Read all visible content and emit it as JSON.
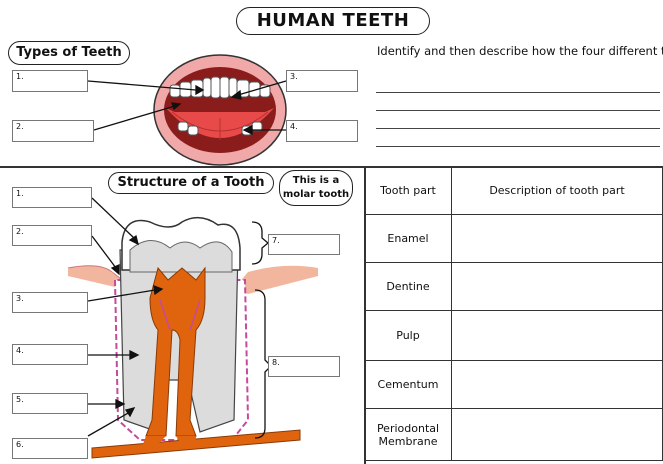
{
  "page_title": "HUMAN TEETH",
  "types_section": {
    "heading": "Types of Teeth",
    "labels": [
      "1.",
      "2.",
      "3.",
      "4."
    ]
  },
  "instructions": "Identify and then describe how the four different types of teeth are involved in mastication",
  "structure_section": {
    "heading": "Structure of a Tooth",
    "note": "This is a molar tooth",
    "labels": [
      "1.",
      "2.",
      "3.",
      "4.",
      "5.",
      "6.",
      "7.",
      "8."
    ]
  },
  "parts_table": {
    "headers": [
      "Tooth part",
      "Description of tooth part"
    ],
    "rows": [
      "Enamel",
      "Dentine",
      "Pulp",
      "Cementum",
      "Periodontal Membrane"
    ]
  },
  "colors": {
    "lips": "#f0a8a8",
    "tongue": "#e84a4a",
    "gum": "#f2b59e",
    "pulp": "#e0640e",
    "enamel": "#ffffff",
    "dentine": "#dcdcdc",
    "cementum_stripe": "#c64a9c"
  }
}
